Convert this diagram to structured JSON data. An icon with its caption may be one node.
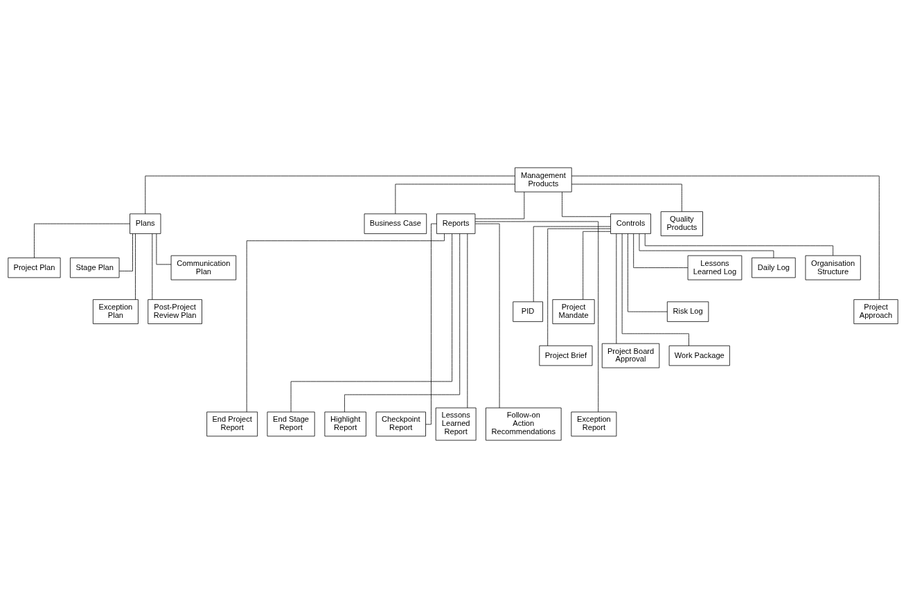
{
  "diagram": {
    "nodes": [
      {
        "text": [
          "Management Products"
        ]
      },
      {
        "text": [
          "Plans"
        ]
      },
      {
        "text": [
          "Business Case"
        ]
      },
      {
        "text": [
          "Reports"
        ]
      },
      {
        "text": [
          "Controls"
        ]
      },
      {
        "text": [
          "Quality Products"
        ]
      },
      {
        "text": [
          "Project Plan"
        ]
      },
      {
        "text": [
          "Stage Plan"
        ]
      },
      {
        "text": [
          "PID"
        ]
      },
      {
        "text": [
          "Project Mandate"
        ]
      },
      {
        "text": [
          "Project Brief"
        ]
      },
      {
        "text": [
          "Exception Plan"
        ]
      },
      {
        "text": [
          "Post-Project Review Plan"
        ]
      },
      {
        "text": [
          "Communication Plan"
        ]
      },
      {
        "text": [
          "Project Board Approval"
        ]
      },
      {
        "text": [
          "Work Package"
        ]
      },
      {
        "text": [
          "Risk Log"
        ]
      },
      {
        "text": [
          "Project Approach"
        ]
      },
      {
        "text": [
          "Lessons Learned Log"
        ]
      },
      {
        "text": [
          "Daily Log"
        ]
      },
      {
        "text": [
          "Organisation Structure"
        ]
      },
      {
        "text": [
          "End Project Report"
        ]
      },
      {
        "text": [
          "End Stage Report"
        ]
      },
      {
        "text": [
          "Highlight Report"
        ]
      },
      {
        "text": [
          "Checkpoint Report"
        ]
      },
      {
        "text": [
          "Lessons Learned Report"
        ]
      },
      {
        "text": [
          "Follow-on Action Recommendations"
        ]
      },
      {
        "text": [
          "Exception Report"
        ]
      }
    ],
    "edges": [
      {
        "from": 0,
        "to": 17,
        "arrow": "none"
      },
      {
        "from": 0,
        "to": 1,
        "arrow": "none"
      },
      {
        "from": 0,
        "to": 2,
        "arrow": "none"
      },
      {
        "from": 0,
        "to": 3,
        "arrow": "none"
      },
      {
        "from": 0,
        "to": 4,
        "arrow": "none"
      },
      {
        "from": 0,
        "to": 5,
        "arrow": "none"
      },
      {
        "from": 1,
        "to": 6,
        "arrow": "none"
      },
      {
        "from": 1,
        "to": 11,
        "arrow": "none"
      },
      {
        "from": 1,
        "to": 7,
        "arrow": "none"
      },
      {
        "from": 1,
        "to": 12,
        "arrow": "none"
      },
      {
        "from": 1,
        "to": 13,
        "arrow": "none"
      },
      {
        "from": 4,
        "to": 18,
        "arrow": "none"
      },
      {
        "from": 4,
        "to": 8,
        "arrow": "none"
      },
      {
        "from": 4,
        "to": 14,
        "arrow": "none"
      },
      {
        "from": 4,
        "to": 19,
        "arrow": "none"
      },
      {
        "from": 4,
        "to": 9,
        "arrow": "none"
      },
      {
        "from": 4,
        "to": 15,
        "arrow": "none"
      },
      {
        "from": 4,
        "to": 20,
        "arrow": "none"
      },
      {
        "from": 4,
        "to": 16,
        "arrow": "none"
      },
      {
        "from": 4,
        "to": 10,
        "arrow": "none"
      },
      {
        "from": 3,
        "to": 21,
        "arrow": "none"
      },
      {
        "from": 3,
        "to": 22,
        "arrow": "none"
      },
      {
        "from": 3,
        "to": 23,
        "arrow": "none"
      },
      {
        "from": 3,
        "to": 24,
        "arrow": "none"
      },
      {
        "from": 3,
        "to": 25,
        "arrow": "none"
      },
      {
        "from": 3,
        "to": 26,
        "arrow": "none"
      },
      {
        "from": 3,
        "to": 27,
        "arrow": "none"
      }
    ]
  }
}
